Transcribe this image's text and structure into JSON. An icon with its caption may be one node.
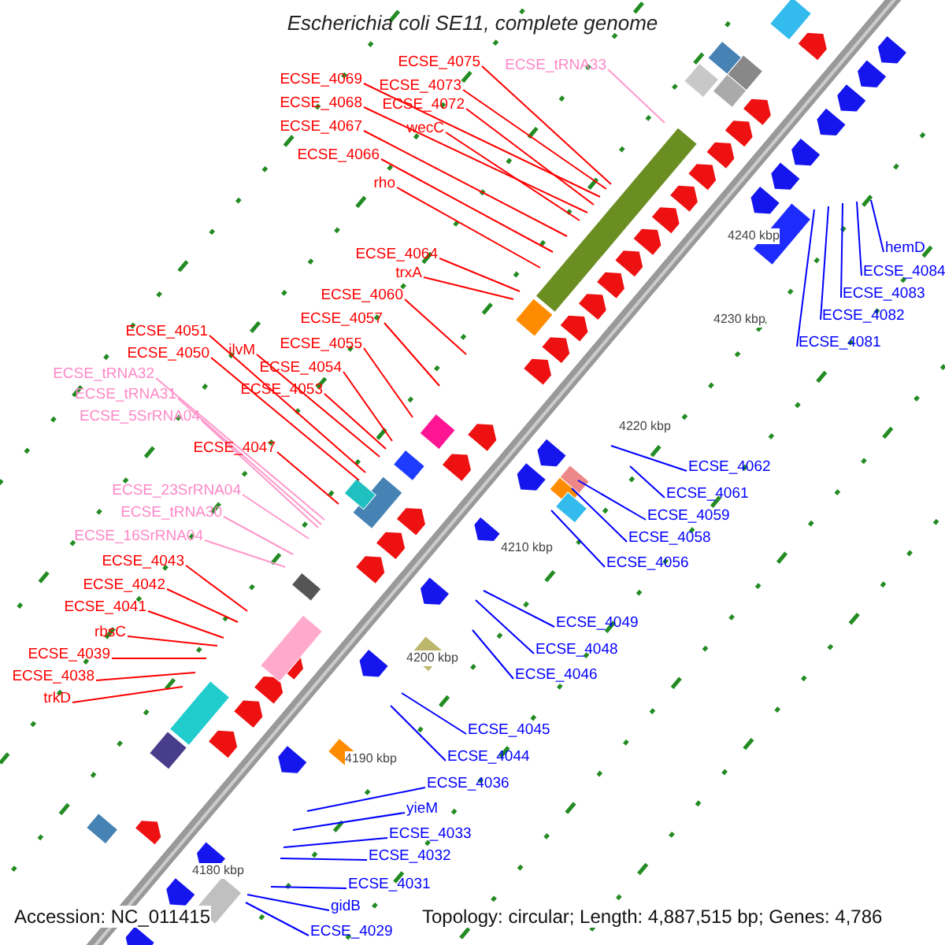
{
  "diagram": {
    "title": "Escherichia coli SE11, complete genome",
    "nodes": [
      {
        "text": [
          "ECSE_4075"
        ]
      },
      {
        "text": [
          "ECSE_tRNA33"
        ]
      },
      {
        "text": [
          "ECSE_4069"
        ]
      },
      {
        "text": [
          "ECSE_4073"
        ]
      },
      {
        "text": [
          "ECSE_4068"
        ]
      },
      {
        "text": [
          "ECSE_4072"
        ]
      },
      {
        "text": [
          "wecC"
        ]
      },
      {
        "text": [
          "ECSE_4067"
        ]
      },
      {
        "text": [
          "ECSE_4066"
        ]
      },
      {
        "text": [
          "rho"
        ]
      },
      {
        "text": [
          "ECSE_4064"
        ]
      },
      {
        "text": [
          "trxA"
        ]
      },
      {
        "text": [
          "ECSE_4060"
        ]
      },
      {
        "text": [
          "ECSE_4057"
        ]
      },
      {
        "text": [
          "ECSE_4051"
        ]
      },
      {
        "text": [
          "ilvM"
        ]
      },
      {
        "text": [
          "ECSE_4055"
        ]
      },
      {
        "text": [
          "ECSE_4050"
        ]
      },
      {
        "text": [
          "ECSE_4054"
        ]
      },
      {
        "text": [
          "ECSE_tRNA32"
        ]
      },
      {
        "text": [
          "ECSE_4053"
        ]
      },
      {
        "text": [
          "ECSE_tRNA31"
        ]
      },
      {
        "text": [
          "ECSE_5SrRNA04"
        ]
      },
      {
        "text": [
          "ECSE_4047"
        ]
      },
      {
        "text": [
          "ECSE_23SrRNA04"
        ]
      },
      {
        "text": [
          "ECSE_tRNA30"
        ]
      },
      {
        "text": [
          "ECSE_16SrRNA04"
        ]
      },
      {
        "text": [
          "ECSE_4043"
        ]
      },
      {
        "text": [
          "ECSE_4042"
        ]
      },
      {
        "text": [
          "ECSE_4041"
        ]
      },
      {
        "text": [
          "rbsC"
        ]
      },
      {
        "text": [
          "ECSE_4039"
        ]
      },
      {
        "text": [
          "ECSE_4038"
        ]
      },
      {
        "text": [
          "trkD"
        ]
      },
      {
        "text": [
          "hemD"
        ]
      },
      {
        "text": [
          "ECSE_4084"
        ]
      },
      {
        "text": [
          "ECSE_4083"
        ]
      },
      {
        "text": [
          "ECSE_4082"
        ]
      },
      {
        "text": [
          "ECSE_4081"
        ]
      },
      {
        "text": [
          "ECSE_4062"
        ]
      },
      {
        "text": [
          "ECSE_4061"
        ]
      },
      {
        "text": [
          "ECSE_4059"
        ]
      },
      {
        "text": [
          "ECSE_4058"
        ]
      },
      {
        "text": [
          "ECSE_4056"
        ]
      },
      {
        "text": [
          "ECSE_4049"
        ]
      },
      {
        "text": [
          "ECSE_4048"
        ]
      },
      {
        "text": [
          "ECSE_4046"
        ]
      },
      {
        "text": [
          "ECSE_4045"
        ]
      },
      {
        "text": [
          "ECSE_4044"
        ]
      },
      {
        "text": [
          "ECSE_4036"
        ]
      },
      {
        "text": [
          "yieM"
        ]
      },
      {
        "text": [
          "ECSE_4033"
        ]
      },
      {
        "text": [
          "ECSE_4032"
        ]
      },
      {
        "text": [
          "ECSE_4031"
        ]
      },
      {
        "text": [
          "gidB"
        ]
      },
      {
        "text": [
          "ECSE_4029"
        ]
      }
    ],
    "edges": [
      {
        "from": 0,
        "to": null,
        "arrow": "none"
      },
      {
        "from": 1,
        "to": null,
        "arrow": "none",
        "color": "#ff99cc"
      },
      {
        "from": 2,
        "to": null,
        "arrow": "none"
      },
      {
        "from": 3,
        "to": null,
        "arrow": "none"
      },
      {
        "from": 4,
        "to": null,
        "arrow": "none"
      },
      {
        "from": 5,
        "to": null,
        "arrow": "none"
      },
      {
        "from": 6,
        "to": null,
        "arrow": "none"
      },
      {
        "from": 7,
        "to": null,
        "arrow": "none"
      },
      {
        "from": 8,
        "to": null,
        "arrow": "none"
      },
      {
        "from": 9,
        "to": null,
        "arrow": "none"
      },
      {
        "from": 10,
        "to": null,
        "arrow": "none"
      },
      {
        "from": 11,
        "to": null,
        "arrow": "none"
      },
      {
        "from": 12,
        "to": null,
        "arrow": "none"
      },
      {
        "from": 13,
        "to": null,
        "arrow": "none"
      },
      {
        "from": 14,
        "to": null,
        "arrow": "none"
      },
      {
        "from": 15,
        "to": null,
        "arrow": "none"
      },
      {
        "from": 16,
        "to": null,
        "arrow": "none"
      },
      {
        "from": 17,
        "to": null,
        "arrow": "none"
      },
      {
        "from": 18,
        "to": null,
        "arrow": "none"
      },
      {
        "from": 19,
        "to": null,
        "arrow": "none",
        "color": "#ff99cc"
      },
      {
        "from": 20,
        "to": null,
        "arrow": "none"
      },
      {
        "from": 21,
        "to": null,
        "arrow": "none",
        "color": "#ff99cc"
      },
      {
        "from": 22,
        "to": null,
        "arrow": "none",
        "color": "#ff99cc"
      },
      {
        "from": 23,
        "to": null,
        "arrow": "none"
      },
      {
        "from": 24,
        "to": null,
        "arrow": "none",
        "color": "#ff99cc"
      },
      {
        "from": 25,
        "to": null,
        "arrow": "none",
        "color": "#ff99cc"
      },
      {
        "from": 26,
        "to": null,
        "arrow": "none",
        "color": "#ff99cc"
      },
      {
        "from": 27,
        "to": null,
        "arrow": "none"
      },
      {
        "from": 28,
        "to": null,
        "arrow": "none"
      },
      {
        "from": 29,
        "to": null,
        "arrow": "none"
      },
      {
        "from": 30,
        "to": null,
        "arrow": "none"
      },
      {
        "from": 31,
        "to": null,
        "arrow": "none"
      },
      {
        "from": 32,
        "to": null,
        "arrow": "none"
      },
      {
        "from": 33,
        "to": null,
        "arrow": "none"
      },
      {
        "from": 34,
        "to": null,
        "arrow": "none",
        "color": "#0000ff"
      },
      {
        "from": 35,
        "to": null,
        "arrow": "none",
        "color": "#0000ff"
      },
      {
        "from": 36,
        "to": null,
        "arrow": "none",
        "color": "#0000ff"
      },
      {
        "from": 37,
        "to": null,
        "arrow": "none",
        "color": "#0000ff"
      },
      {
        "from": 38,
        "to": null,
        "arrow": "none",
        "color": "#0000ff"
      },
      {
        "from": 39,
        "to": null,
        "arrow": "none",
        "color": "#0000ff"
      },
      {
        "from": 40,
        "to": null,
        "arrow": "none",
        "color": "#0000ff"
      },
      {
        "from": 41,
        "to": null,
        "arrow": "none",
        "color": "#0000ff"
      },
      {
        "from": 42,
        "to": null,
        "arrow": "none",
        "color": "#0000ff"
      },
      {
        "from": 43,
        "to": null,
        "arrow": "none",
        "color": "#0000ff"
      },
      {
        "from": 44,
        "to": null,
        "arrow": "none",
        "color": "#0000ff"
      },
      {
        "from": 45,
        "to": null,
        "arrow": "none",
        "color": "#0000ff"
      },
      {
        "from": 46,
        "to": null,
        "arrow": "none",
        "color": "#0000ff"
      },
      {
        "from": 47,
        "to": null,
        "arrow": "none",
        "color": "#0000ff"
      },
      {
        "from": 48,
        "to": null,
        "arrow": "none",
        "color": "#0000ff"
      },
      {
        "from": 49,
        "to": null,
        "arrow": "none",
        "color": "#0000ff"
      },
      {
        "from": 50,
        "to": null,
        "arrow": "none",
        "color": "#0000ff"
      },
      {
        "from": 51,
        "to": null,
        "arrow": "none",
        "color": "#0000ff"
      },
      {
        "from": 52,
        "to": null,
        "arrow": "none",
        "color": "#0000ff"
      },
      {
        "from": 53,
        "to": null,
        "arrow": "none",
        "color": "#0000ff"
      },
      {
        "from": 54,
        "to": null,
        "arrow": "none",
        "color": "#0000ff"
      },
      {
        "from": 55,
        "to": null,
        "arrow": "none",
        "color": "#0000ff"
      }
    ],
    "labels": [
      "4240 kbp",
      "4230 kbp",
      "4220 kbp",
      "4210 kbp",
      "4200 kbp",
      "4190 kbp",
      "4180 kbp",
      "Accession: NC_011415",
      "Topology: circular; Length: 4,887,515 bp; Genes: 4,786"
    ]
  }
}
